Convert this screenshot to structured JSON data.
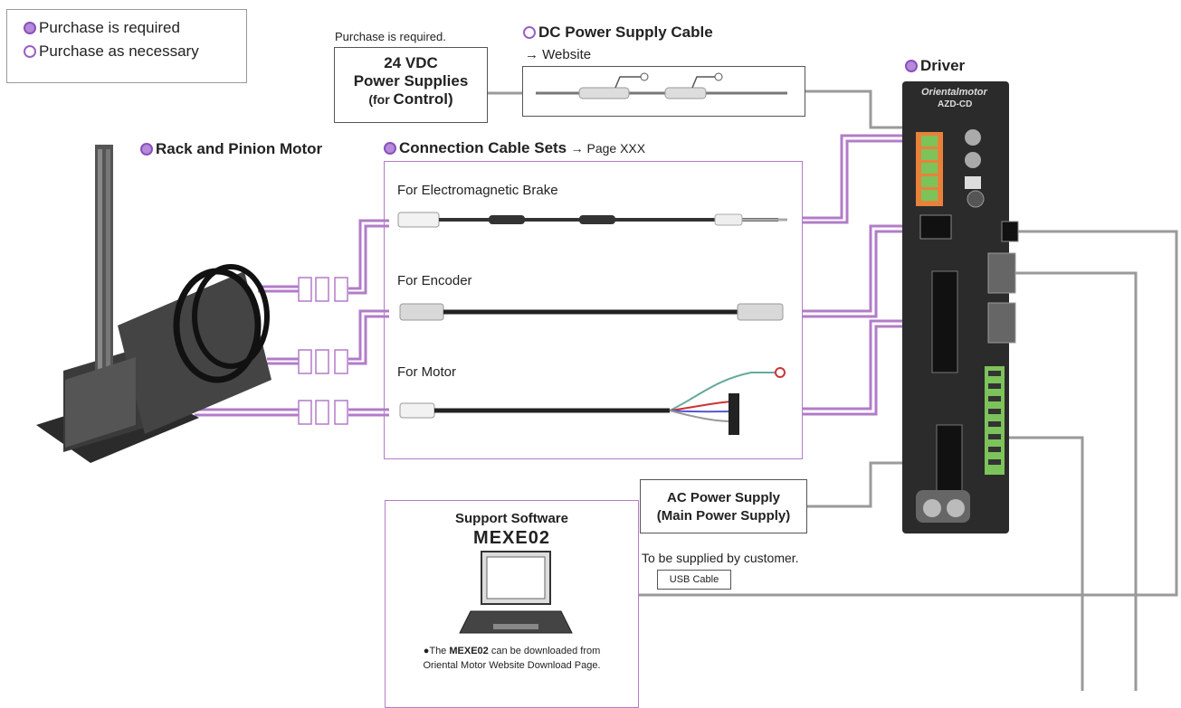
{
  "legend": {
    "required": "Purchase is required",
    "optional": "Purchase as necessary"
  },
  "power_supply": {
    "note": "Purchase is required.",
    "line1": "24 VDC",
    "line2": "Power Supplies",
    "line3_pre": "(for ",
    "line3_bold": "Control",
    "line3_post": ")"
  },
  "dc_cable": {
    "title": "DC Power Supply Cable",
    "ref": "→ Website"
  },
  "driver": {
    "title": "Driver",
    "brand": "Orientalmotor",
    "model": "AZD-CD"
  },
  "motor": {
    "title": "Rack and Pinion Motor"
  },
  "cable_sets": {
    "title": "Connection Cable Sets",
    "ref": "→ Page XXX",
    "items": [
      "For Electromagnetic Brake",
      "For Encoder",
      "For Motor"
    ]
  },
  "ac_power": {
    "line1": "AC Power Supply",
    "line2": "(Main Power Supply)",
    "note": "To be supplied by customer.",
    "usb": "USB Cable"
  },
  "software": {
    "title": "Support Software",
    "name": "MEXE02",
    "note_pre": "The ",
    "note_name": "MEXE02",
    "note_post": " can be downloaded from",
    "note_line2": "Oriental Motor Website Download Page."
  },
  "colors": {
    "purple": "#b27cc8",
    "gray_wire": "#9a9a9a",
    "driver_body": "#2b2b2b",
    "terminal_green": "#7cc35a",
    "terminal_orange": "#e8823a"
  }
}
